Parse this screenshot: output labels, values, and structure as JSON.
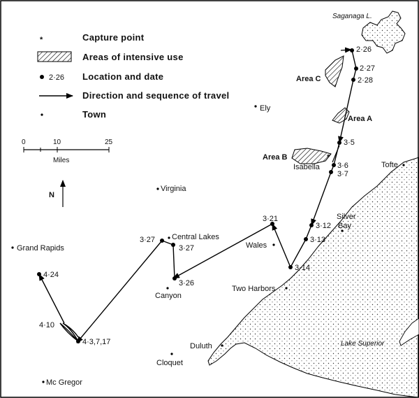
{
  "legend": {
    "capture_point": "Capture point",
    "capture_symbol": "*",
    "areas": "Areas of intensive use",
    "location": "Location and date",
    "location_example": "2·26",
    "direction": "Direction and sequence of travel",
    "town": "Town"
  },
  "scale": {
    "tick0": "0",
    "tick10": "10",
    "tick25": "25",
    "unit": "Miles"
  },
  "north": "N",
  "water": {
    "saganaga": "Saganaga L.",
    "superior": "Lake Superior"
  },
  "areas": {
    "a": "Area A",
    "b": "Area B",
    "c": "Area C"
  },
  "towns": {
    "ely": "Ely",
    "tofte": "Tofte",
    "virginia": "Virginia",
    "central_lakes": "Central Lakes",
    "grand_rapids": "Grand Rapids",
    "silver": "Silver",
    "bay": "Bay",
    "wales": "Wales",
    "isabella": "Isabella",
    "canyon": "Canyon",
    "two_harbors": "Two Harbors",
    "duluth": "Duluth",
    "cloquet": "Cloquet",
    "mc_gregor": "Mc Gregor"
  },
  "dates": {
    "d226": "2·26",
    "d227": "2·27",
    "d228": "2·28",
    "d35": "3·5",
    "d36": "3·6",
    "d37": "3·7",
    "d312": "3·12",
    "d313": "3·13",
    "d314": "3·14",
    "d321": "3·21",
    "d327a": "3·27",
    "d327b": "3·27",
    "d326": "3·26",
    "d424": "4·24",
    "d410": "4·10",
    "d43717": "4·3,7,17"
  }
}
